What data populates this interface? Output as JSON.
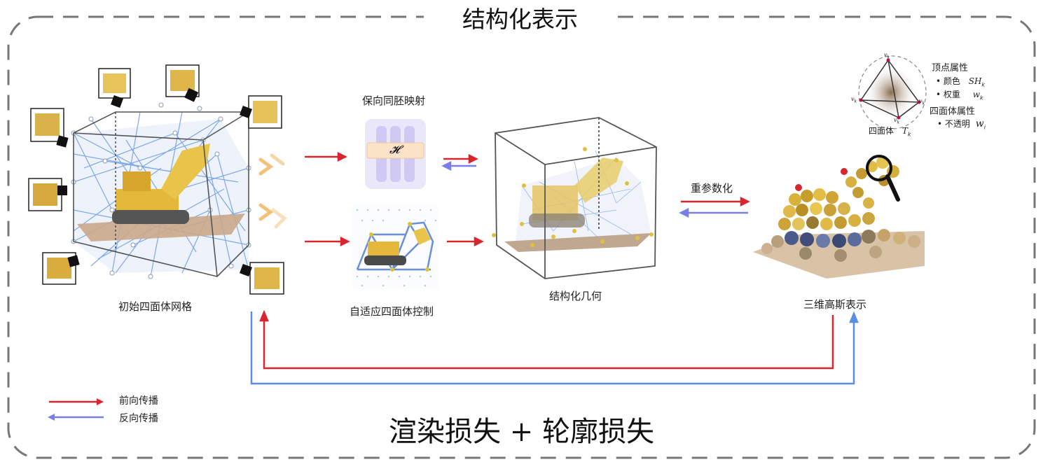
{
  "title": "结构化表示",
  "labels": {
    "initial_mesh": "初始四面体网格",
    "homeomorphism": "保向同胚映射",
    "mapping_symbol": "𝓗",
    "adaptive_control": "自适应四面体控制",
    "structured_geometry": "结构化几何",
    "reparam": "重参数化",
    "gaussian": "三维高斯表示"
  },
  "inset": {
    "vertex_attr_title": "顶点属性",
    "color_label": "• 颜色",
    "color_symbol": "SH",
    "color_sub": "k",
    "weight_label": "• 权重",
    "weight_symbol": "w",
    "weight_sub": "k",
    "tet_attr_title": "四面体属性",
    "opacity_label": "• 不透明",
    "opacity_symbol": "w",
    "opacity_sub": "i",
    "tet_label": "四面体",
    "tet_symbol": "T",
    "tet_sub": "k",
    "vertex_label": "v",
    "vertex_sub": "k"
  },
  "legend": {
    "forward": "前向传播",
    "backward": "反向传播"
  },
  "loss": "渲染损失 + 轮廓损失",
  "colors": {
    "forward": "#d9262e",
    "backward": "#7b7ee6",
    "backward_long": "#5b8ee0",
    "mesh": "#5a8fe0",
    "box": "#555555",
    "dash": "#777777"
  }
}
